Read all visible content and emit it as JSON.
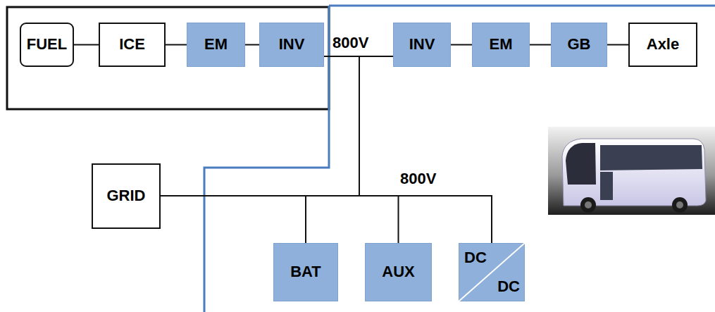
{
  "diagram": {
    "nodes": [
      {
        "text": [
          "FUEL"
        ]
      },
      {
        "text": [
          "ICE"
        ]
      },
      {
        "text": [
          "EM"
        ]
      },
      {
        "text": [
          "INV"
        ]
      },
      {
        "text": [
          "INV"
        ]
      },
      {
        "text": [
          "EM"
        ]
      },
      {
        "text": [
          "GB"
        ]
      },
      {
        "text": [
          "Axle"
        ]
      },
      {
        "text": [
          "GRID"
        ]
      },
      {
        "text": [
          "BAT"
        ]
      },
      {
        "text": [
          "AUX"
        ]
      },
      {
        "text": [
          "DC",
          "DC"
        ]
      }
    ],
    "edges": [
      {
        "from": 0,
        "to": 1,
        "arrow": "none"
      },
      {
        "from": 1,
        "to": 2,
        "arrow": "none"
      },
      {
        "from": 2,
        "to": 3,
        "arrow": "none"
      },
      {
        "from": 3,
        "to": 4,
        "arrow": "none"
      },
      {
        "from": 4,
        "to": 5,
        "arrow": "none"
      },
      {
        "from": 5,
        "to": 6,
        "arrow": "none"
      },
      {
        "from": 6,
        "to": 7,
        "arrow": "none"
      },
      {
        "from": 3,
        "to": 8,
        "arrow": "none"
      },
      {
        "from": 8,
        "to": 9,
        "arrow": "none"
      },
      {
        "from": 8,
        "to": 10,
        "arrow": "none"
      },
      {
        "from": 8,
        "to": 11,
        "arrow": "none"
      }
    ],
    "labels": [
      "800V",
      "800V"
    ]
  }
}
